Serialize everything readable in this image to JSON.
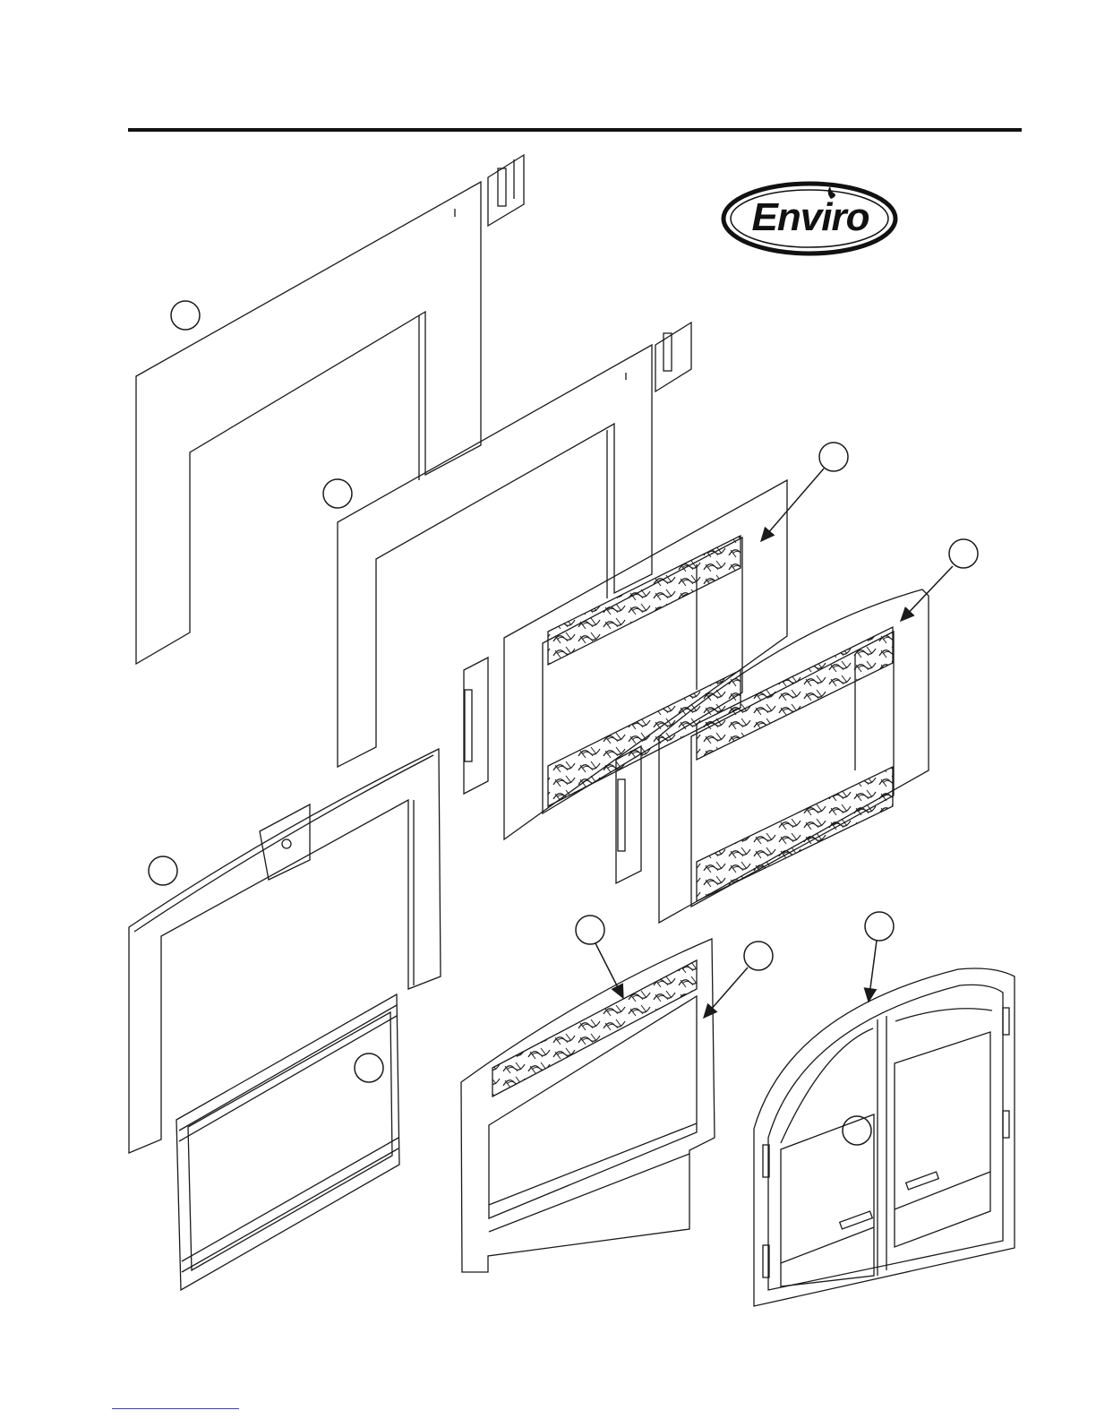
{
  "brand": {
    "logo_text": "Enviro"
  },
  "parts": [
    {
      "id": "surround-panel-rear",
      "label": ""
    },
    {
      "id": "surround-panel-front",
      "label": ""
    },
    {
      "id": "decorative-faceplate-straight",
      "label": ""
    },
    {
      "id": "decorative-faceplate-arched",
      "label": ""
    },
    {
      "id": "arched-surround",
      "label": ""
    },
    {
      "id": "screen-front",
      "label": ""
    },
    {
      "id": "trim-frame-callout-a",
      "label": ""
    },
    {
      "id": "trim-frame-callout-b",
      "label": ""
    },
    {
      "id": "arched-doors-frame",
      "label": ""
    },
    {
      "id": "arched-doors-glass",
      "label": ""
    }
  ],
  "colors": {
    "line": "#1a1a1a",
    "background": "#ffffff",
    "rule": "#111111",
    "link": "#3a3ad0"
  }
}
